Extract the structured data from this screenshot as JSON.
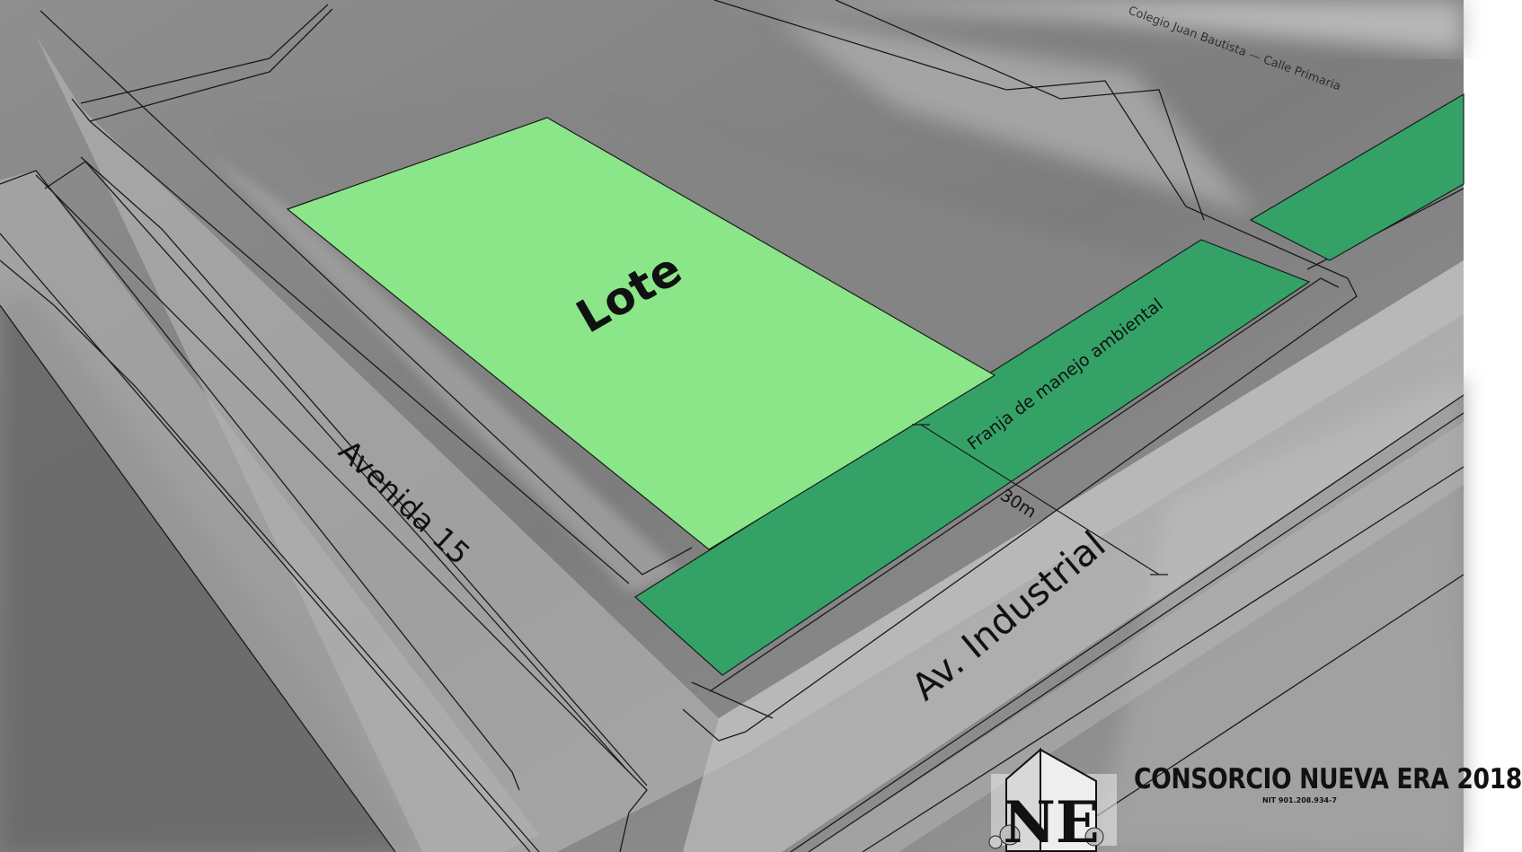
{
  "labels": {
    "lot": "Lote",
    "strip": "Franja de manejo ambiental",
    "dimension": "30m",
    "road_left": "Avenida 15",
    "road_right": "Av. Industrial",
    "background_faint": "Colegio Juan Bautista — Calle Primaria"
  },
  "brand": {
    "title": "CONSORCIO NUEVA ERA 2018",
    "nit": "NIT 901.208.934-7",
    "logo_letters": "NE"
  },
  "colors": {
    "lot_fill": "#8be68a",
    "strip_fill": "#34a267",
    "outline": "#1a1a1a"
  }
}
